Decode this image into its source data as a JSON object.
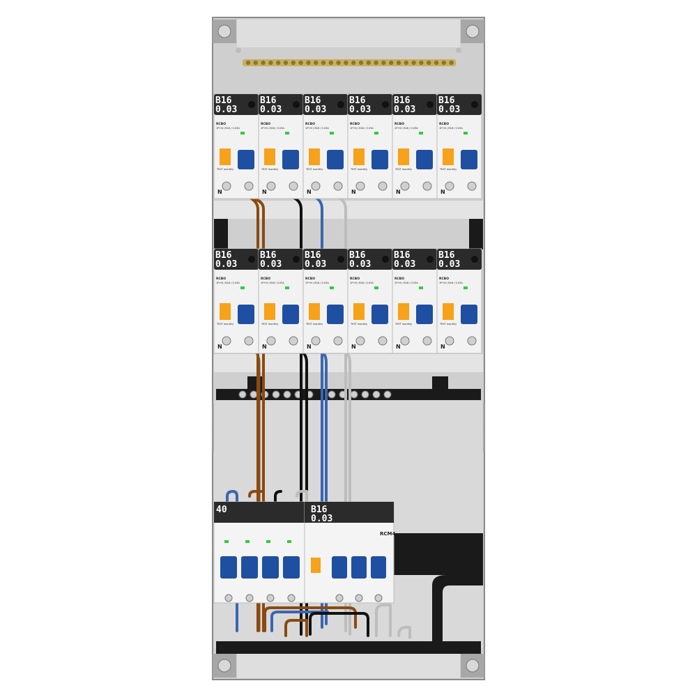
{
  "enclosure": {
    "breakers_row1": [
      {
        "rating": "B16",
        "sensitivity": "0.03",
        "model": "RCBO",
        "spec": "1P+N / B16 / 0.03A",
        "neutral_label": "N",
        "test_label": "TEST monthly"
      },
      {
        "rating": "B16",
        "sensitivity": "0.03",
        "model": "RCBO",
        "spec": "1P+N / B16 / 0.03A",
        "neutral_label": "N",
        "test_label": "TEST monthly"
      },
      {
        "rating": "B16",
        "sensitivity": "0.03",
        "model": "RCBO",
        "spec": "1P+N / B16 / 0.03A",
        "neutral_label": "N",
        "test_label": "TEST monthly"
      },
      {
        "rating": "B16",
        "sensitivity": "0.03",
        "model": "RCBO",
        "spec": "1P+N / B16 / 0.03A",
        "neutral_label": "N",
        "test_label": "TEST monthly"
      },
      {
        "rating": "B16",
        "sensitivity": "0.03",
        "model": "RCBO",
        "spec": "1P+N / B16 / 0.03A",
        "neutral_label": "N",
        "test_label": "TEST monthly"
      },
      {
        "rating": "B16",
        "sensitivity": "0.03",
        "model": "RCBO",
        "spec": "1P+N / B16 / 0.03A",
        "neutral_label": "N",
        "test_label": "TEST monthly"
      }
    ],
    "breakers_row2": [
      {
        "rating": "B16",
        "sensitivity": "0.03",
        "model": "RCBO",
        "spec": "1P+N / B16 / 0.03A",
        "neutral_label": "N",
        "test_label": "TEST monthly"
      },
      {
        "rating": "B16",
        "sensitivity": "0.03",
        "model": "RCBO",
        "spec": "1P+N / B16 / 0.03A",
        "neutral_label": "N",
        "test_label": "TEST monthly"
      },
      {
        "rating": "B16",
        "sensitivity": "0.03",
        "model": "RCBO",
        "spec": "1P+N / B16 / 0.03A",
        "neutral_label": "N",
        "test_label": "TEST monthly"
      },
      {
        "rating": "B16",
        "sensitivity": "0.03",
        "model": "RCBO",
        "spec": "1P+N / B16 / 0.03A",
        "neutral_label": "N",
        "test_label": "TEST monthly"
      },
      {
        "rating": "B16",
        "sensitivity": "0.03",
        "model": "RCBO",
        "spec": "1P+N / B16 / 0.03A",
        "neutral_label": "N",
        "test_label": "TEST monthly"
      },
      {
        "rating": "B16",
        "sensitivity": "0.03",
        "model": "RCBO",
        "spec": "1P+N / B16 / 0.03A",
        "neutral_label": "N",
        "test_label": "TEST monthly"
      }
    ],
    "main_switch": {
      "rating": "40"
    },
    "row3_breaker": {
      "rating": "B16",
      "sensitivity": "0.03"
    },
    "rcm_label": "RCM4"
  },
  "colors": {
    "enclosure": "#cfcfcf",
    "panel": "#e6e6e6",
    "breaker_body": "#f2f2f2",
    "breaker_head": "#2b2b2b",
    "toggle_blue": "#1f4fa0",
    "toggle_orange": "#f6a21a",
    "indicator_green": "#2ecc40",
    "wire_brown": "#8a4a10",
    "wire_black": "#111111",
    "wire_blue": "#3b66b0",
    "wire_grey": "#bdbdbd",
    "busbar_brass": "#c9b05a",
    "din_rail": "#1a1a1a"
  }
}
